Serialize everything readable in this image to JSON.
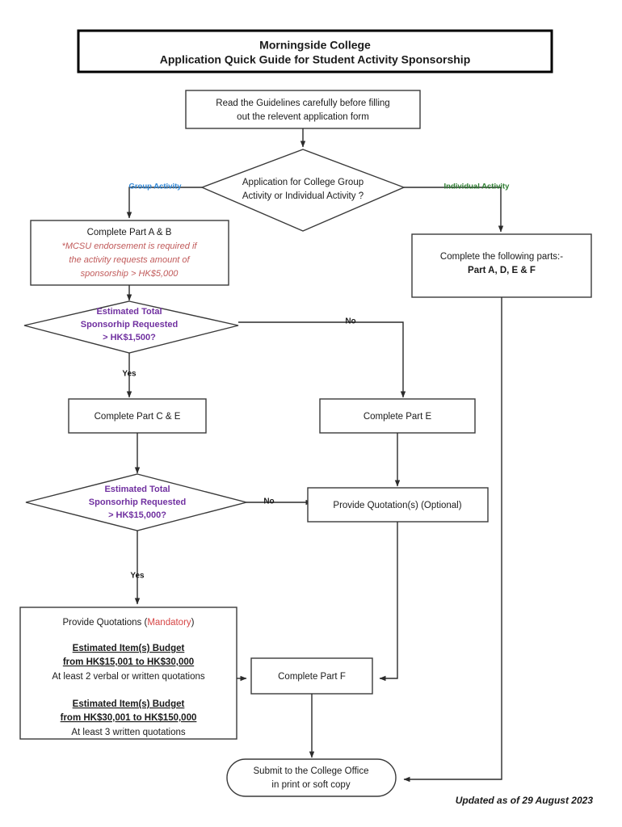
{
  "document": {
    "title_line1": "Morningside College",
    "title_line2": "Application Quick Guide for Student Activity Sponsorship",
    "footer": "Updated as of 29 August 2023"
  },
  "colors": {
    "purple": "#7030A0",
    "red": "#C15B5B",
    "red_strong": "#D64545",
    "blue": "#2E86D6",
    "green": "#2E7D32",
    "line": "#2b2b2b",
    "background": "#ffffff"
  },
  "nodes": {
    "read_guidelines": {
      "type": "process",
      "line1_a": "Read the ",
      "line1_b": "Guidelines",
      "line1_c": " carefully before filling",
      "line2": "out the relevent application form"
    },
    "activity_decision": {
      "type": "decision",
      "line1_a": "Application for ",
      "line1_b": "College Group",
      "line2_a": "Activity",
      "line2_b": " or ",
      "line2_c": "Individual Activity",
      "line2_d": " ?"
    },
    "group_activity_label": "Group Activity",
    "individual_activity_label": "Individual Activity",
    "complete_ab": {
      "type": "process",
      "line1_a": "Complete ",
      "line1_b": "Part A & B",
      "note1": "*MCSU endorsement is required if",
      "note2": "the activity requests amount of",
      "note3": "sponsorship > HK$5,000"
    },
    "complete_adef": {
      "type": "process",
      "line1": "Complete the following parts:-",
      "line2": "Part A, D, E & F"
    },
    "decision_1500": {
      "type": "decision",
      "line1": "Estimated Total",
      "line2": "Sponsorhip Requested",
      "line3": "> HK$1,500?"
    },
    "complete_ce": {
      "type": "process",
      "line1": "Complete Part C & E"
    },
    "complete_e": {
      "type": "process",
      "line1": "Complete Part E"
    },
    "decision_15000": {
      "type": "decision",
      "line1": "Estimated Total",
      "line2": "Sponsorhip Requested",
      "line3": "> HK$15,000?"
    },
    "quotation_optional": {
      "type": "process",
      "line1_a": "Provide Quotation(s) (",
      "line1_b": "Optional",
      "line1_c": ")"
    },
    "quotations_mandatory": {
      "type": "process",
      "head_a": "Provide Quotations (",
      "head_b": "Mandatory",
      "head_c": ")",
      "block1_title1": "Estimated Item(s) Budget",
      "block1_title2": "from HK$15,001 to HK$30,000",
      "block1_text_a": "At least ",
      "block1_text_b": "2",
      "block1_text_c": " verbal or written quotations",
      "block2_title1": "Estimated Item(s) Budget",
      "block2_title2": "from HK$30,001 to HK$150,000",
      "block2_text_a": "At least ",
      "block2_text_b": "3",
      "block2_text_c": " written quotations"
    },
    "complete_f": {
      "type": "process",
      "line1": "Complete Part F"
    },
    "submit": {
      "type": "terminator",
      "line1": "Submit to the College Office",
      "line2": "in print or soft copy"
    }
  },
  "branch_labels": {
    "no_1": "No",
    "yes_1": "Yes",
    "no_2": "No",
    "yes_2": "Yes"
  }
}
